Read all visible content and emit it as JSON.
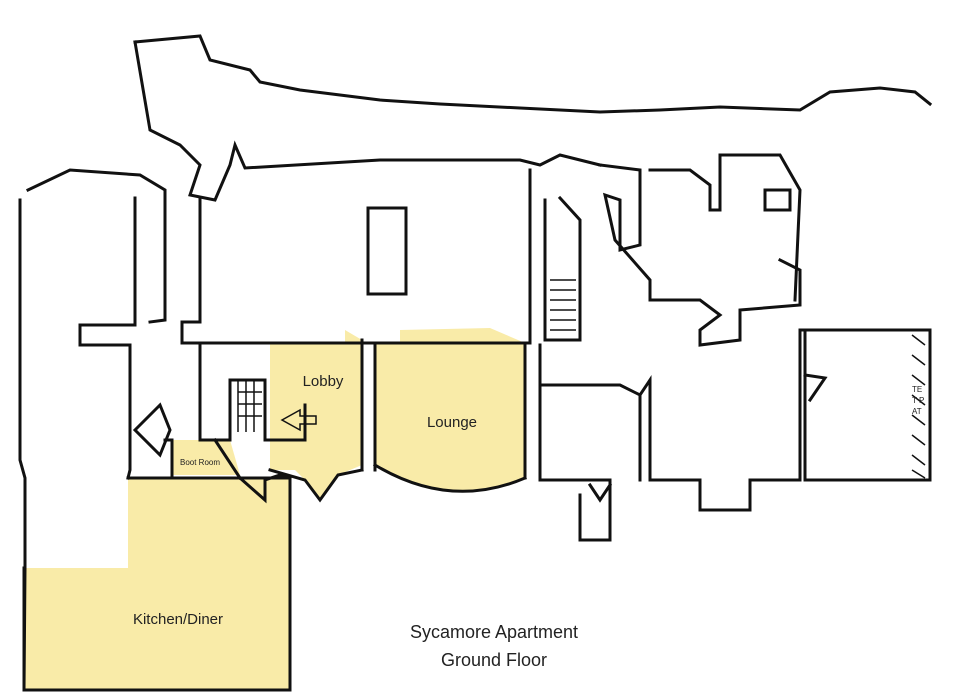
{
  "title": {
    "line1": "Sycamore Apartment",
    "line2": "Ground Floor"
  },
  "rooms": {
    "lobby": "Lobby",
    "lounge": "Lounge",
    "kitchen_diner": "Kitchen/Diner",
    "boot_room": "Boot Room"
  },
  "edge_fragment": {
    "line1": "TE",
    "line2": "T P",
    "line3": "AT"
  },
  "colors": {
    "highlight": "#f9eba8",
    "wall": "#111111",
    "background": "#ffffff"
  }
}
